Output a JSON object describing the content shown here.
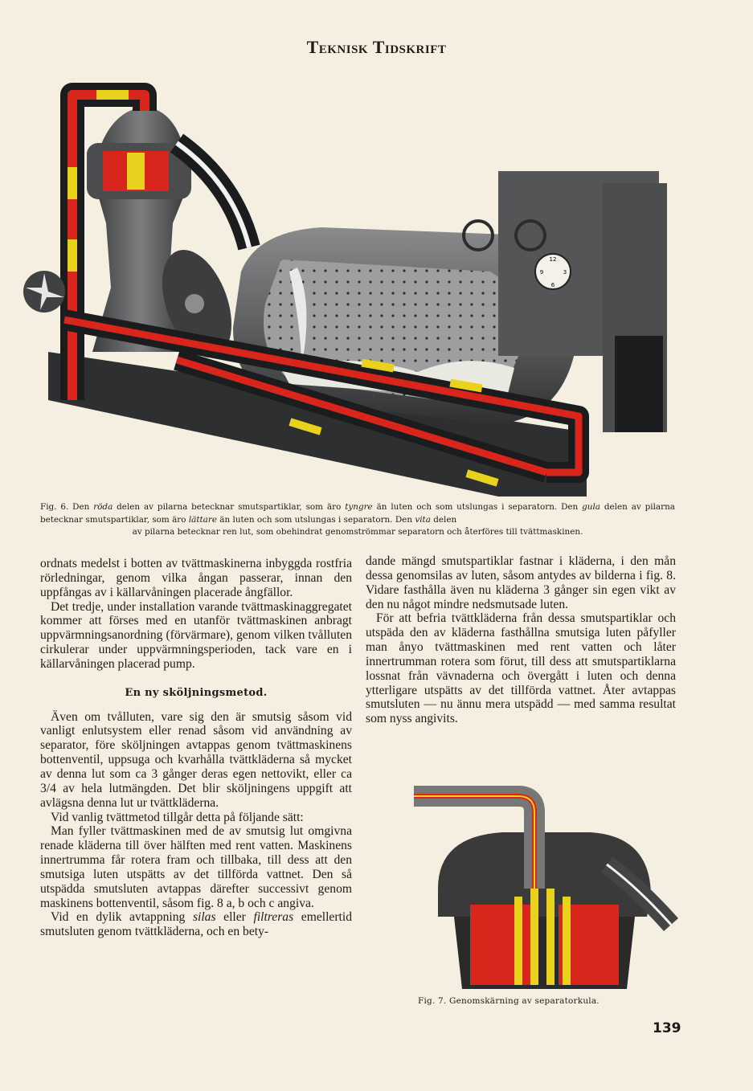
{
  "header": {
    "title": "Teknisk Tidskrift"
  },
  "figure6": {
    "clock_numbers": [
      "12",
      "3",
      "6",
      "9"
    ],
    "caption": {
      "label": "Fig. 6.",
      "t1": "Den ",
      "red": "röda",
      "t2": " delen av pilarna betecknar smutspartiklar, som äro ",
      "heavier": "tyngre",
      "t3": " än luten och som utslungas i separatorn. Den ",
      "yellow": "gula",
      "t4": " delen av pilarna betecknar smutspartiklar, som äro ",
      "lighter": "lättare",
      "t5": " än luten och som utslungas i separatorn. Den ",
      "white": "vita",
      "t6": " delen",
      "line3": "av pilarna betecknar ren lut, som obehindrat genomströmmar separatorn och återföres till tvättmaskinen."
    }
  },
  "left_column": {
    "p1": "ordnats medelst i botten av tvättmaskinerna inbyggda rostfria rörledningar, genom vilka ångan passerar, innan den uppfångas av i källarvåningen placerade ångfällor.",
    "p2": "Det tredje, under installation varande tvättmaskinaggregatet kommer att förses med en utanför tvättmaskinen anbragt uppvärmningsanordning (förvärmare), genom vilken tvålluten cirkulerar under uppvärmningsperioden, tack vare en i källarvåningen placerad pump.",
    "heading": "En ny sköljningsmetod.",
    "p3": "Även om tvålluten, vare sig den är smutsig såsom vid vanligt enlutsystem eller renad såsom vid användning av separator, före sköljningen avtappas genom tvättmaskinens bottenventil, uppsuga och kvarhålla tvättkläderna så mycket av denna lut som ca 3 gånger deras egen nettovikt, eller ca 3/4 av hela lutmängden. Det blir sköljningens uppgift att avlägsna denna lut ur tvättkläderna.",
    "p4": "Vid vanlig tvättmetod tillgår detta på följande sätt:",
    "p5": "Man fyller tvättmaskinen med de av smutsig lut omgivna renade kläderna till över hälften med rent vatten. Maskinens innertrumma får rotera fram och tillbaka, till dess att den smutsiga luten utspätts av det tillförda vattnet. Den så utspädda smutsluten avtappas därefter successivt genom maskinens bottenventil, såsom fig. 8 a, b och c angiva.",
    "p6a": "Vid en dylik avtappning ",
    "p6b": "silas",
    "p6c": " eller ",
    "p6d": "filtreras",
    "p6e": " emellertid smutsluten genom tvättkläderna, och en bety-"
  },
  "right_column": {
    "p1": "dande mängd smutspartiklar fastnar i kläderna, i den mån dessa genomsilas av luten, såsom antydes av bilderna i fig. 8. Vidare fasthålla även nu kläderna 3 gånger sin egen vikt av den nu något mindre nedsmutsade luten.",
    "p2": "För att befria tvättkläderna från dessa smutspartiklar och utspäda den av kläderna fasthållna smutsiga luten påfyller man ånyo tvättmaskinen med rent vatten och låter innertrumman rotera som förut, till dess att smutspartiklarna lossnat från vävnaderna och övergått i luten och denna ytterligare utspätts av det tillförda vattnet. Åter avtappas smutsluten — nu ännu mera utspädd — med samma resultat som nyss angivits."
  },
  "figure7": {
    "caption": "Fig. 7.  Genomskärning av separatorkula."
  },
  "page_number": "139",
  "colors": {
    "red": "#d8261c",
    "yellow": "#e8d21e",
    "steel": "#5b5d5e",
    "paper": "#f4efe1"
  }
}
